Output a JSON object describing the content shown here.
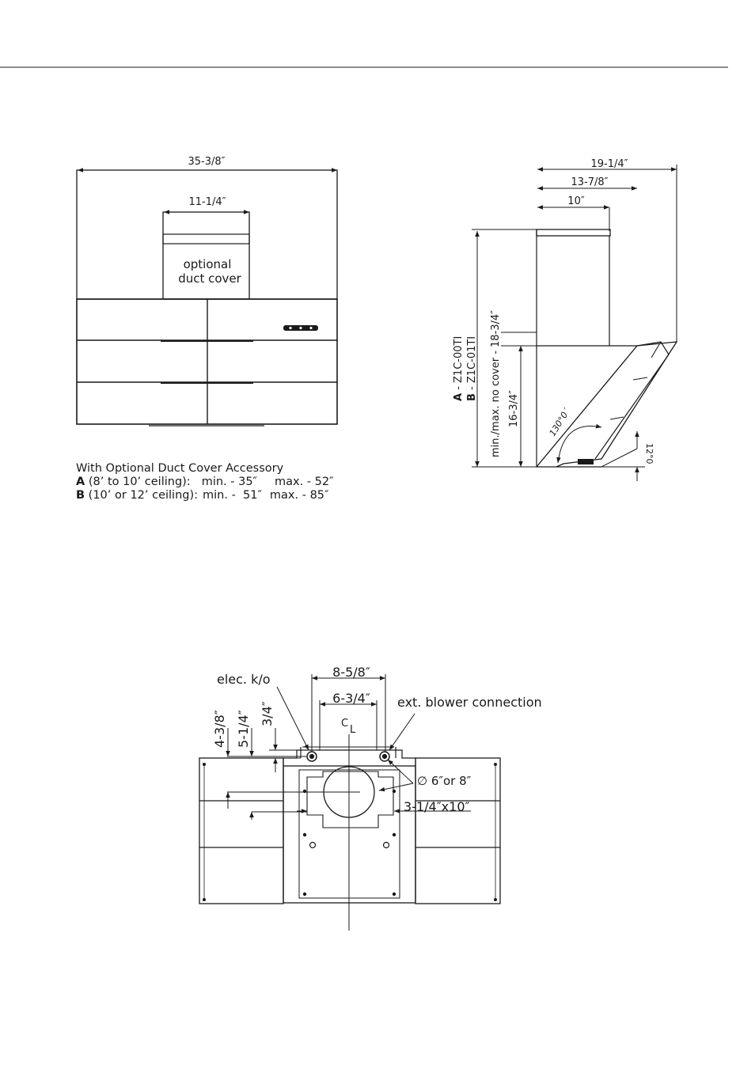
{
  "front_view": {
    "width_dim": "35-3/8″",
    "duct_width_dim": "11-1/4″",
    "duct_label_line1": "optional",
    "duct_label_line2": "duct cover"
  },
  "notes": {
    "heading": "With Optional Duct Cover Accessory",
    "row_a": {
      "letter": "A",
      "ceiling": " (8’ to 10’ ceiling):",
      "min": "min. - 35″",
      "max": "max. - 52″"
    },
    "row_b": {
      "letter": "B",
      "ceiling": " (10’ or 12’ ceiling):",
      "min": "min. -  51″",
      "max": "max. - 85″"
    }
  },
  "side_view": {
    "depth_outer": "19-1/4″",
    "depth_mid": "13-7/8″",
    "depth_inner": "10″",
    "model_a_letter": "A",
    "model_a": " - Z1C-00TI",
    "model_b_letter": "B",
    "model_b": " - Z1C-01TI",
    "height_no_cover": "min./max. no cover - 18-3/4″",
    "height_body": "16-3/4″",
    "angle_open": "130°0´",
    "angle_tilt": "12°0"
  },
  "top_view": {
    "elec_ko": "elec. k/o",
    "blower_conn": "ext. blower connection",
    "dim_8_5_8": "8-5/8″",
    "dim_6_3_4": "6-3/4″",
    "dim_4_3_8": "4-3/8″",
    "dim_5_1_4": "5-1/4″",
    "dim_3_4": "3/4″",
    "centerline_c": "C",
    "centerline_l": "L",
    "duct_round": "∅  6″or 8″",
    "duct_rect": "3-1/4″x10″"
  }
}
